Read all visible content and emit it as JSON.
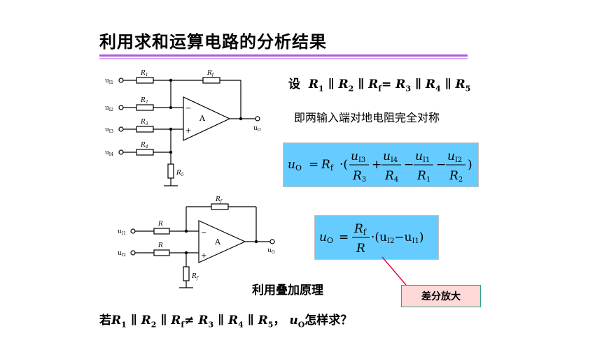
{
  "slide": {
    "title": "利用求和运算电路的分析结果",
    "condition": {
      "prefix": "设",
      "parallel": "∥",
      "equals": "=",
      "lhs": [
        "R1",
        "R2",
        "Rf"
      ],
      "rhs": [
        "R3",
        "R4",
        "R5"
      ]
    },
    "note_symmetric": "即两输入端对地电阻完全对称",
    "note_superposition": "利用叠加原理",
    "callout_label": "差分放大",
    "question": {
      "prefix": "若",
      "not_equals": "≠",
      "suffix": "，",
      "tail": "怎样求？"
    }
  },
  "circuit1": {
    "inputs": [
      "u",
      "u",
      "u",
      "u"
    ],
    "input_subs": [
      "I1",
      "I2",
      "I3",
      "I4"
    ],
    "resistors": [
      "R",
      "R",
      "R",
      "R",
      "R",
      "R"
    ],
    "resistor_subs": [
      "1",
      "2",
      "3",
      "4",
      "f",
      "5"
    ],
    "opamp_label": "A",
    "minus": "−",
    "plus": "+",
    "output": "u",
    "output_sub": "O"
  },
  "circuit2": {
    "inputs": [
      "u",
      "u"
    ],
    "input_subs": [
      "I1",
      "I2"
    ],
    "resistors": [
      "R",
      "R",
      "R",
      "R"
    ],
    "resistor_subs": [
      "",
      "",
      "f",
      "f"
    ],
    "opamp_label": "A",
    "minus": "−",
    "plus": "+",
    "output": "u",
    "output_sub": "O"
  },
  "formula1": {
    "lhs": "u",
    "lhs_sub": "O",
    "eq": "=",
    "coef": "R",
    "coef_sub": "f",
    "dot": "·(",
    "terms": [
      {
        "sign": "",
        "num": "u",
        "num_sub": "I3",
        "den": "R",
        "den_sub": "3"
      },
      {
        "sign": "+",
        "num": "u",
        "num_sub": "I4",
        "den": "R",
        "den_sub": "4"
      },
      {
        "sign": "−",
        "num": "u",
        "num_sub": "I1",
        "den": "R",
        "den_sub": "1"
      },
      {
        "sign": "−",
        "num": "u",
        "num_sub": "I2",
        "den": "R",
        "den_sub": "2"
      }
    ],
    "close": ")"
  },
  "formula2": {
    "lhs": "u",
    "lhs_sub": "O",
    "eq": "=",
    "num": "R",
    "num_sub": "f",
    "den": "R",
    "paren": "·(u",
    "a_sub": "I2",
    "minus": "−u",
    "b_sub": "I1",
    "close": ")"
  },
  "colors": {
    "formula_bg": "#66ccff",
    "rule": "#b05ad8",
    "callout_bg": "#ffd8d8",
    "callout_border": "#2ba58b",
    "pointer": "#e0003a"
  }
}
